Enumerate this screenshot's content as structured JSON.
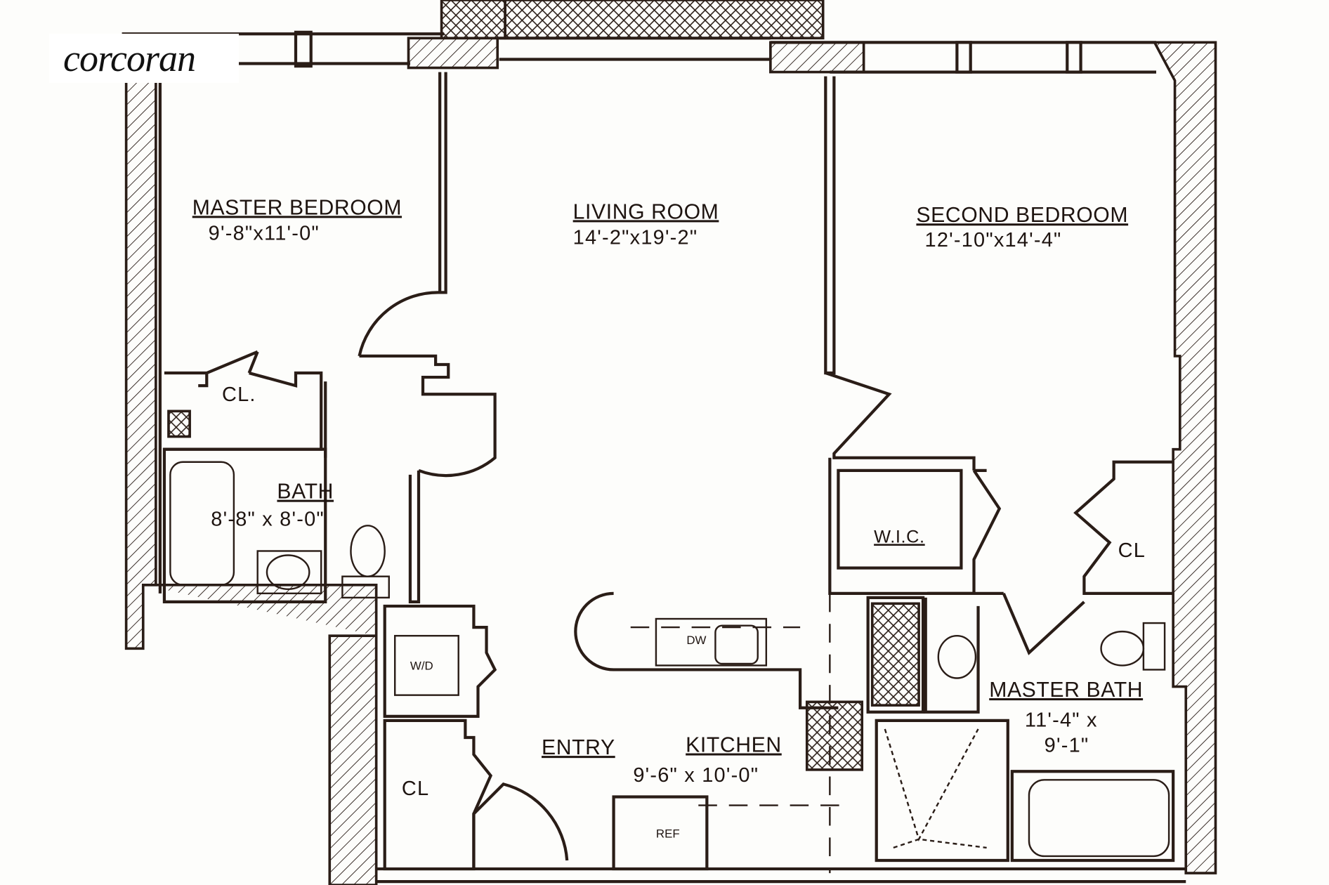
{
  "logo": "corcoran",
  "rooms": {
    "master_bedroom": {
      "label": "MASTER BEDROOM",
      "dims": "9'-8\"x11'-0\""
    },
    "living_room": {
      "label": "LIVING ROOM",
      "dims": "14'-2\"x19'-2\""
    },
    "second_bedroom": {
      "label": "SECOND BEDROOM",
      "dims": "12'-10\"x14'-4\""
    },
    "bath": {
      "label": "BATH",
      "dims": "8'-8\" x 8'-0\""
    },
    "master_bath": {
      "label": "MASTER BATH",
      "dims_line1": "11'-4\" x",
      "dims_line2": "9'-1\""
    },
    "entry": {
      "label": "ENTRY"
    },
    "kitchen": {
      "label": "KITCHEN",
      "dims": "9'-6\" x 10'-0\""
    },
    "closet_master": {
      "label": "CL."
    },
    "closet_second": {
      "label": "CL"
    },
    "closet_entry": {
      "label": "CL"
    },
    "wic": {
      "label": "W.I.C."
    },
    "washer_dryer": {
      "label": "W/D"
    },
    "dishwasher": {
      "label": "DW"
    },
    "refrigerator": {
      "label": "REF"
    }
  }
}
